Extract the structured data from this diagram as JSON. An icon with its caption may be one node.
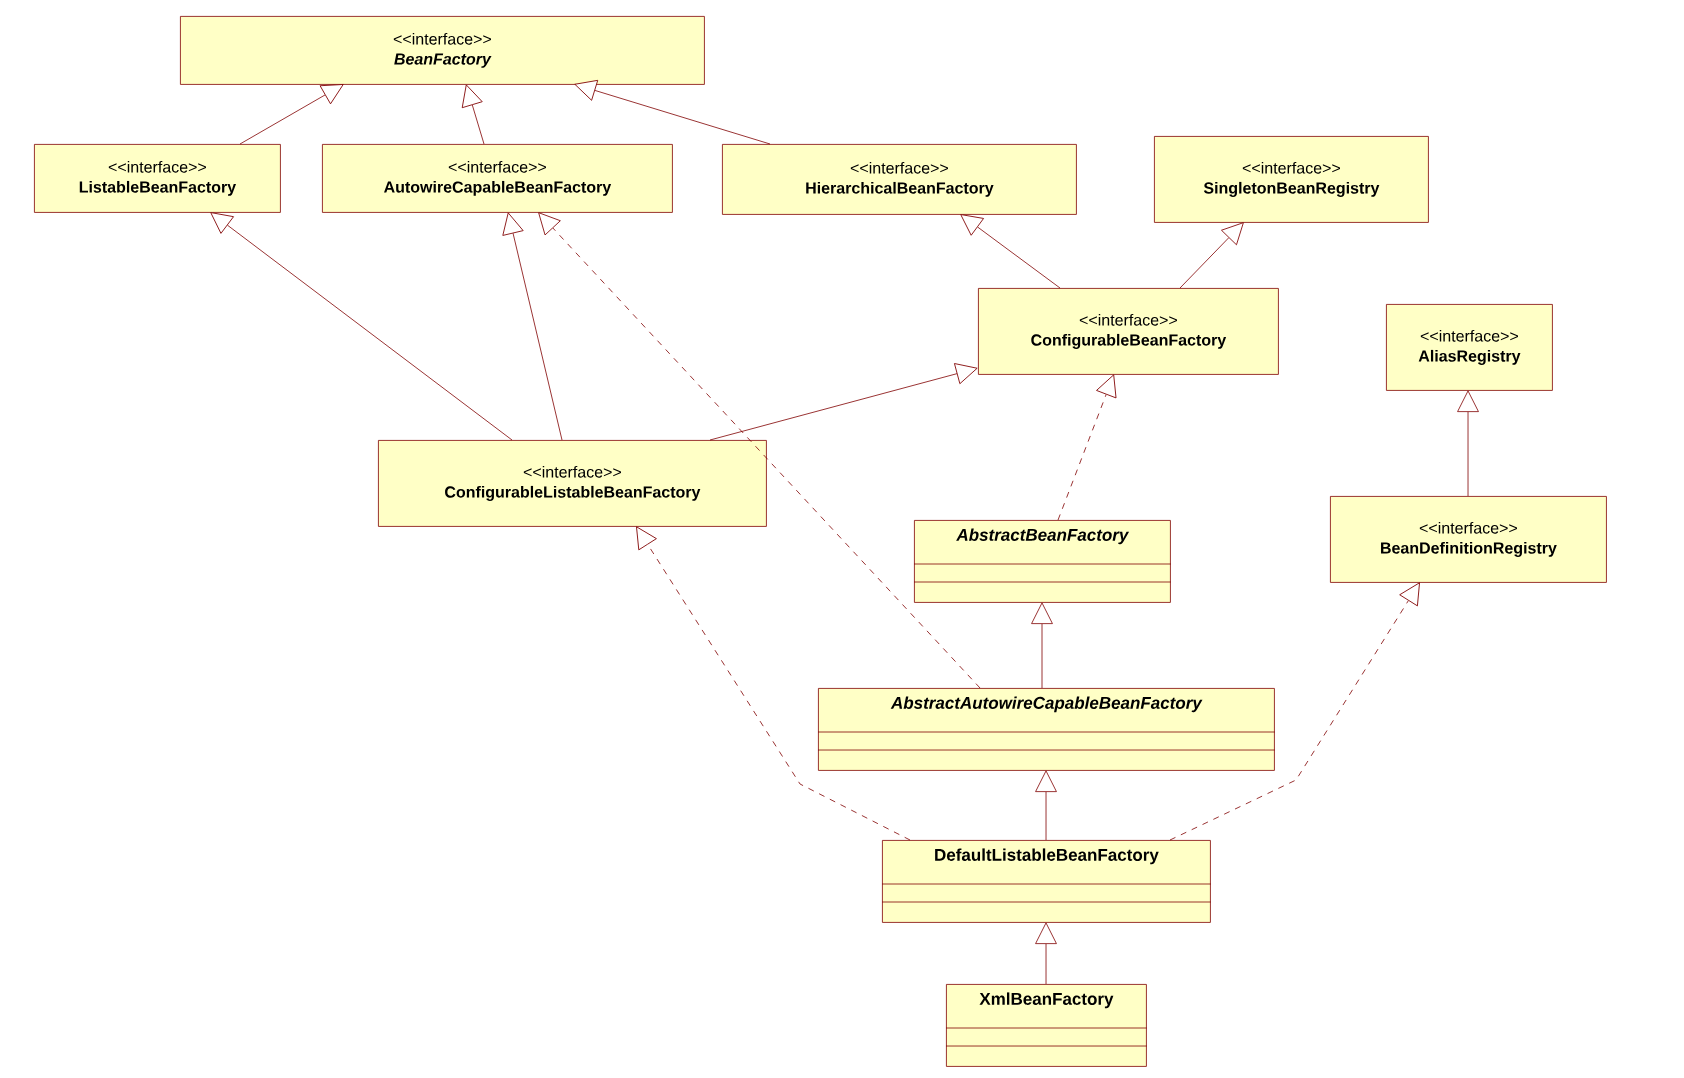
{
  "diagram": {
    "nodes": [
      {
        "text": [
          "<<interface>>",
          "BeanFactory"
        ]
      },
      {
        "text": [
          "<<interface>>",
          "ListableBeanFactory"
        ]
      },
      {
        "text": [
          "<<interface>>",
          "AutowireCapableBeanFactory"
        ]
      },
      {
        "text": [
          "<<interface>>",
          "HierarchicalBeanFactory"
        ]
      },
      {
        "text": [
          "<<interface>>",
          "SingletonBeanRegistry"
        ]
      },
      {
        "text": [
          "<<interface>>",
          "ConfigurableBeanFactory"
        ]
      },
      {
        "text": [
          "<<interface>>",
          "AliasRegistry"
        ]
      },
      {
        "text": [
          "<<interface>>",
          "ConfigurableListableBeanFactory"
        ]
      },
      {
        "text": [
          "AbstractBeanFactory"
        ]
      },
      {
        "text": [
          "<<interface>>",
          "BeanDefinitionRegistry"
        ]
      },
      {
        "text": [
          "AbstractAutowireCapableBeanFactory"
        ]
      },
      {
        "text": [
          "DefaultListableBeanFactory"
        ]
      },
      {
        "text": [
          "XmlBeanFactory"
        ]
      }
    ],
    "edges": [
      {
        "from": 1,
        "to": 0,
        "arrow": "to"
      },
      {
        "from": 2,
        "to": 0,
        "arrow": "to"
      },
      {
        "from": 3,
        "to": 0,
        "arrow": "to"
      },
      {
        "from": 5,
        "to": 3,
        "arrow": "to"
      },
      {
        "from": 5,
        "to": 4,
        "arrow": "to"
      },
      {
        "from": 7,
        "to": 1,
        "arrow": "to"
      },
      {
        "from": 7,
        "to": 2,
        "arrow": "to"
      },
      {
        "from": 7,
        "to": 5,
        "arrow": "to"
      },
      {
        "from": 8,
        "to": 5,
        "arrow": "to",
        "style": "dashed"
      },
      {
        "from": 9,
        "to": 6,
        "arrow": "to"
      },
      {
        "from": 10,
        "to": 8,
        "arrow": "to"
      },
      {
        "from": 10,
        "to": 2,
        "arrow": "to",
        "style": "dashed"
      },
      {
        "from": 11,
        "to": 7,
        "arrow": "to",
        "style": "dashed"
      },
      {
        "from": 11,
        "to": 10,
        "arrow": "to"
      },
      {
        "from": 11,
        "to": 9,
        "arrow": "to",
        "style": "dashed"
      },
      {
        "from": 12,
        "to": 11,
        "arrow": "to"
      }
    ]
  }
}
